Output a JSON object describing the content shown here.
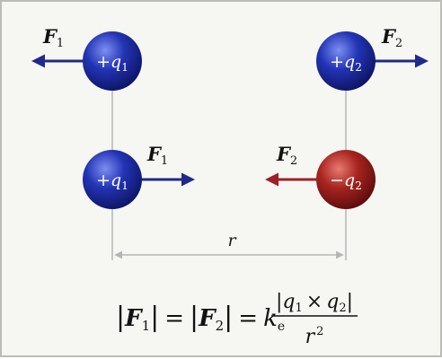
{
  "diagram": {
    "top_left": {
      "charge_sign": "+",
      "charge_sym": "q",
      "charge_sub": "1",
      "force_sym": "F",
      "force_sub": "1"
    },
    "top_right": {
      "charge_sign": "+",
      "charge_sym": "q",
      "charge_sub": "2",
      "force_sym": "F",
      "force_sub": "2"
    },
    "bottom_left": {
      "charge_sign": "+",
      "charge_sym": "q",
      "charge_sub": "1",
      "force_sym": "F",
      "force_sub": "1"
    },
    "bottom_right": {
      "charge_sign": "−",
      "charge_sym": "q",
      "charge_sub": "2",
      "force_sym": "F",
      "force_sub": "2"
    },
    "distance_label": "r",
    "formula": {
      "abs_bar": "|",
      "F": "F",
      "sub1": "1",
      "sub2": "2",
      "equals": "=",
      "k": "k",
      "k_sub": "e",
      "numerator_q": "q",
      "times": "×",
      "denominator_r": "r",
      "denominator_exp": "2"
    }
  },
  "colors": {
    "positive": "#1c2c9c",
    "negative": "#9a1a1a",
    "positive_arrow": "#1f2a8a",
    "negative_arrow": "#9c1f2a",
    "line": "#b5b5b5",
    "background": "#f6f6f3",
    "border": "#bcbcb7"
  }
}
